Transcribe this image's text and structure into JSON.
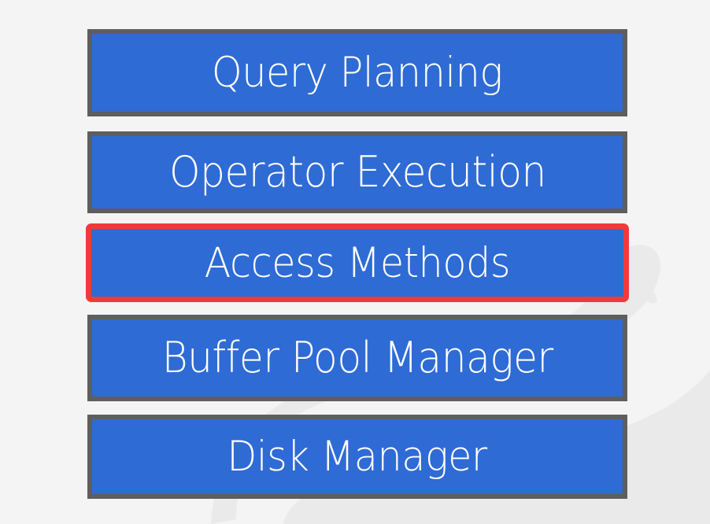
{
  "page": {
    "title": "Database System Architecture Stack",
    "background_color": "#f4f4f4",
    "watermark": {
      "name": "database-cylinder-watermark",
      "color": "#eaeaea",
      "description": "Faint light gray database cylinder logo in background"
    }
  },
  "theme": {
    "box_fill": "#2f6bd4",
    "box_border": "#5e5e5e",
    "highlight_border": "#f03a3a",
    "text_color": "#ffffff"
  },
  "stack": {
    "name": "dbms-architecture-layers",
    "layers": [
      {
        "label": "Query Planning",
        "highlighted": false
      },
      {
        "label": "Operator Execution",
        "highlighted": false
      },
      {
        "label": "Access Methods",
        "highlighted": true
      },
      {
        "label": "Buffer Pool Manager",
        "highlighted": false
      },
      {
        "label": "Disk Manager",
        "highlighted": false
      }
    ]
  }
}
